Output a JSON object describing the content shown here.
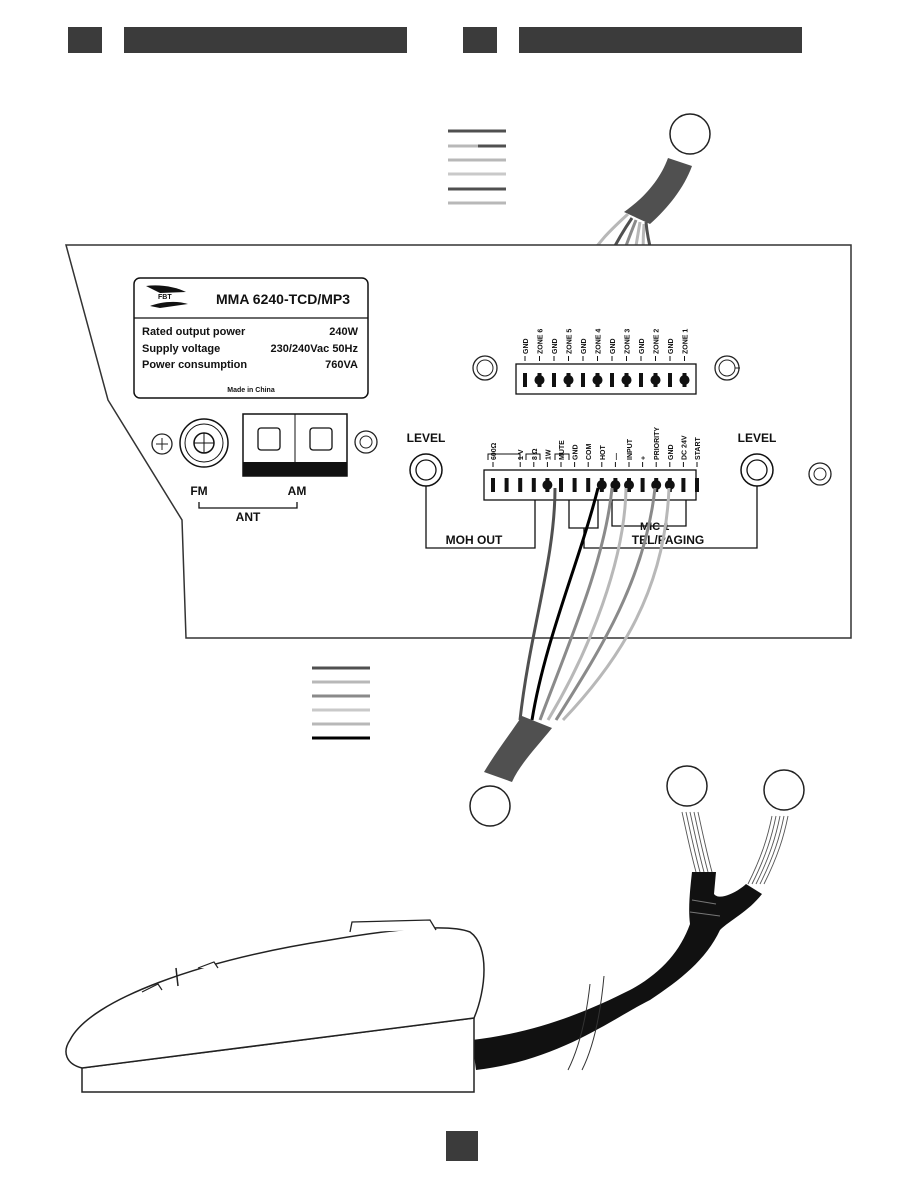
{
  "nameplate": {
    "brand": "FBT",
    "model": "MMA 6240-TCD/MP3",
    "rows": [
      {
        "label": "Rated output power",
        "value": "240W"
      },
      {
        "label": "Supply voltage",
        "value": "230/240Vac  50Hz"
      },
      {
        "label": "Power consumption",
        "value": "760VA"
      }
    ],
    "origin": "Made in China"
  },
  "antenna": {
    "fm": "FM",
    "am": "AM",
    "group": "ANT"
  },
  "zone_terminal": {
    "labels": [
      "GND",
      "ZONE 6",
      "GND",
      "ZONE 5",
      "GND",
      "ZONE 4",
      "GND",
      "ZONE 3",
      "GND",
      "ZONE 2",
      "GND",
      "ZONE 1"
    ]
  },
  "io_terminal": {
    "labels": [
      "600Ω",
      "",
      "1 V",
      "8 Ω",
      "1W",
      "MUTE",
      "GND",
      "COM",
      "HOT",
      "—",
      "INPUT",
      "+",
      "PRIORITY",
      "GND",
      "DC 24V",
      "START"
    ],
    "level_left": "LEVEL",
    "level_right": "LEVEL",
    "moh_out": "MOH OUT",
    "mic1": "MIC 1",
    "tel_paging": "TEL/PAGING"
  },
  "colors": {
    "dark_grey": "#505050",
    "mid_grey": "#8a8a8a",
    "light_grey": "#b8b8b8",
    "black": "#000000",
    "header_bar": "#3b3b3b"
  }
}
